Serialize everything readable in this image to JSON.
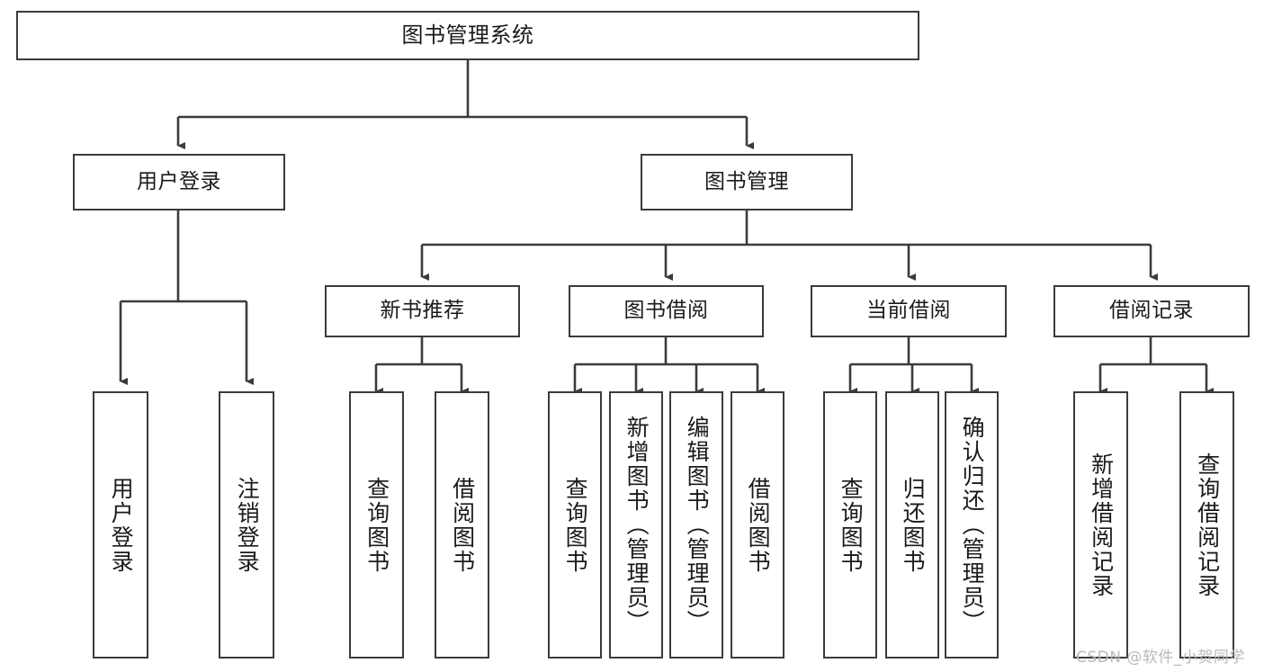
{
  "diagram": {
    "title": "图书管理系统",
    "background": "#ffffff",
    "line_color": "#3b3b3b",
    "text_color": "#1a1a1a",
    "root": {
      "label": "图书管理系统"
    },
    "level1": [
      {
        "label": "用户登录"
      },
      {
        "label": "图书管理"
      }
    ],
    "level2": [
      {
        "label": "新书推荐"
      },
      {
        "label": "图书借阅"
      },
      {
        "label": "当前借阅"
      },
      {
        "label": "借阅记录"
      }
    ],
    "leaves": {
      "user_login": [
        {
          "label": "用户登录"
        },
        {
          "label": "注销登录"
        }
      ],
      "new_book_recommend": [
        {
          "label": "查询图书"
        },
        {
          "label": "借阅图书"
        }
      ],
      "book_borrow": [
        {
          "label": "查询图书"
        },
        {
          "label": "新增图书（管理员）"
        },
        {
          "label": "编辑图书（管理员）"
        },
        {
          "label": "借阅图书"
        }
      ],
      "current_borrow": [
        {
          "label": "查询图书"
        },
        {
          "label": "归还图书"
        },
        {
          "label": "确认归还（管理员）"
        }
      ],
      "borrow_record": [
        {
          "label": "新增借阅记录"
        },
        {
          "label": "查询借阅记录"
        }
      ]
    }
  },
  "watermark": {
    "text": "CSDN @软件_小贺同学",
    "color": "#b9b9b9"
  }
}
